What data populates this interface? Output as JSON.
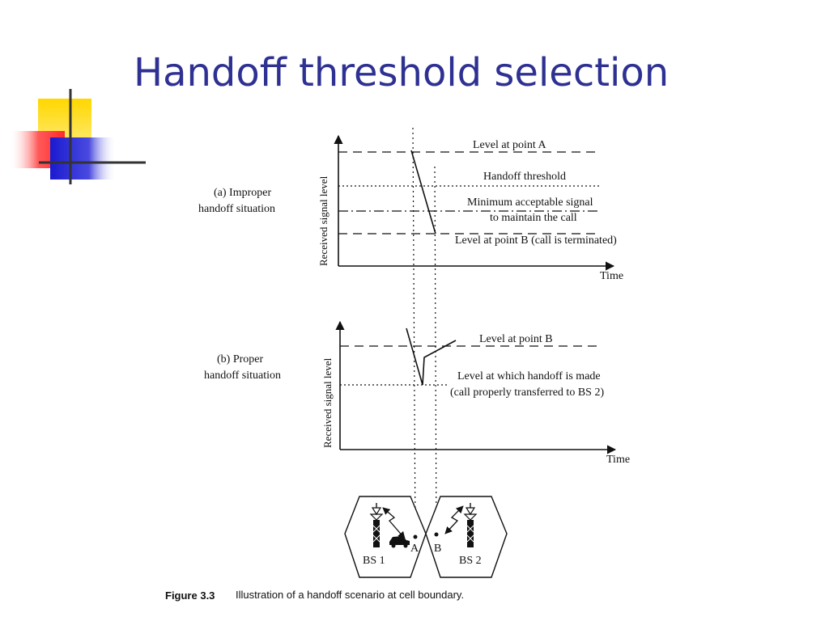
{
  "slide": {
    "title": "Handoff threshold selection"
  },
  "panel_a": {
    "label_line1": "(a) Improper",
    "label_line2": "handoff situation",
    "y_axis": "Received signal level",
    "x_axis": "Time",
    "level_a": "Level at point A",
    "handoff_threshold": "Handoff threshold",
    "min_signal_line1": "Minimum acceptable signal",
    "min_signal_line2": "to maintain the call",
    "level_b": "Level at point B (call is terminated)"
  },
  "panel_b": {
    "label_line1": "(b) Proper",
    "label_line2": "handoff situation",
    "y_axis": "Received signal level",
    "x_axis": "Time",
    "level_b": "Level at point B",
    "handoff_level_line1": "Level at which handoff is made",
    "handoff_level_line2": "(call properly transferred to BS 2)"
  },
  "cells": {
    "point_a": "A",
    "point_b": "B",
    "bs1": "BS 1",
    "bs2": "BS 2"
  },
  "caption": {
    "figure_label": "Figure 3.3",
    "text": "Illustration of a handoff scenario at cell boundary."
  },
  "colors": {
    "title": "#2e3192",
    "deco_yellow": "#ffd700",
    "deco_red": "#ff3333",
    "deco_blue": "#2a2ad0"
  }
}
